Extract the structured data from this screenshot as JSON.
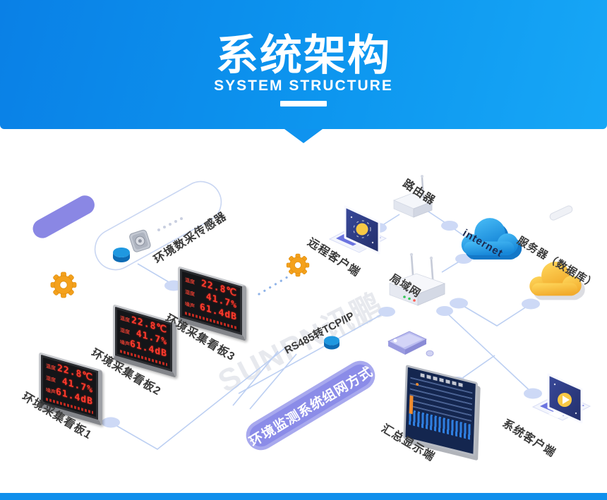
{
  "header": {
    "title": "系统架构",
    "subtitle": "SYSTEM STRUCTURE"
  },
  "watermark": "SUNPN讯鹏",
  "diagram": {
    "sensor_label": "环境数采传感器",
    "boards": {
      "label1": "环境采集看板1",
      "label2": "环境采集看板2",
      "label3": "环境采集看板3",
      "rows": [
        {
          "name": "温度",
          "value": "22.8℃"
        },
        {
          "name": "湿度",
          "value": "41.7%"
        },
        {
          "name": "噪声",
          "value": "61.4dB"
        }
      ]
    },
    "remote_client": "远程客户端",
    "router": "路由器",
    "lan": "局域网",
    "internet": "internet",
    "server": "服务器（数据库）",
    "rs485": "RS485转TCP/IP",
    "network_banner": "环境监测系统组网方式",
    "summary_display": "汇总显示端",
    "system_client": "系统客户端"
  },
  "colors": {
    "header_blue_from": "#0a80e6",
    "header_blue_to": "#17a7f6",
    "led_red": "#ff3b2e",
    "cloud_blue": "#2aacf1",
    "cloud_yellow": "#fbc63c",
    "pill_purple": "#8b8ce8",
    "wire_blue": "#bccff2",
    "gear_orange": "#f4a11c"
  }
}
